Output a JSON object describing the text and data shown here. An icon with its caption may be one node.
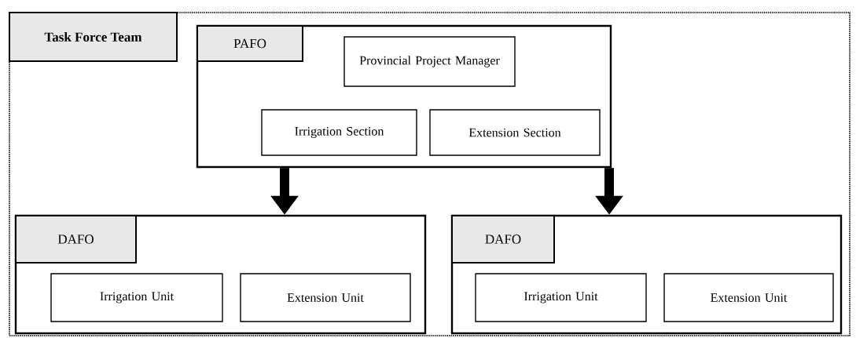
{
  "diagram": {
    "nodes": [
      {
        "text": [
          "Task Force Team"
        ]
      },
      {
        "text": [
          "PAFO"
        ],
        "in": 0
      },
      {
        "text": [
          "Provincial Project Manager"
        ],
        "in": 1
      },
      {
        "text": [
          "Irrigation Section"
        ],
        "in": 1
      },
      {
        "text": [
          "Extension Section"
        ],
        "in": 1
      },
      {
        "text": [
          "DAFO"
        ],
        "in": 0
      },
      {
        "text": [
          "Irrigation Unit"
        ],
        "in": 5
      },
      {
        "text": [
          "Extension Unit"
        ],
        "in": 5
      },
      {
        "text": [
          "DAFO"
        ],
        "in": 0
      },
      {
        "text": [
          "Irrigation Unit"
        ],
        "in": 8
      },
      {
        "text": [
          "Extension Unit"
        ],
        "in": 8
      }
    ],
    "edges": [
      {
        "from": 1,
        "to": 5,
        "arrow": "to"
      },
      {
        "from": 1,
        "to": 8,
        "arrow": "to"
      }
    ]
  }
}
